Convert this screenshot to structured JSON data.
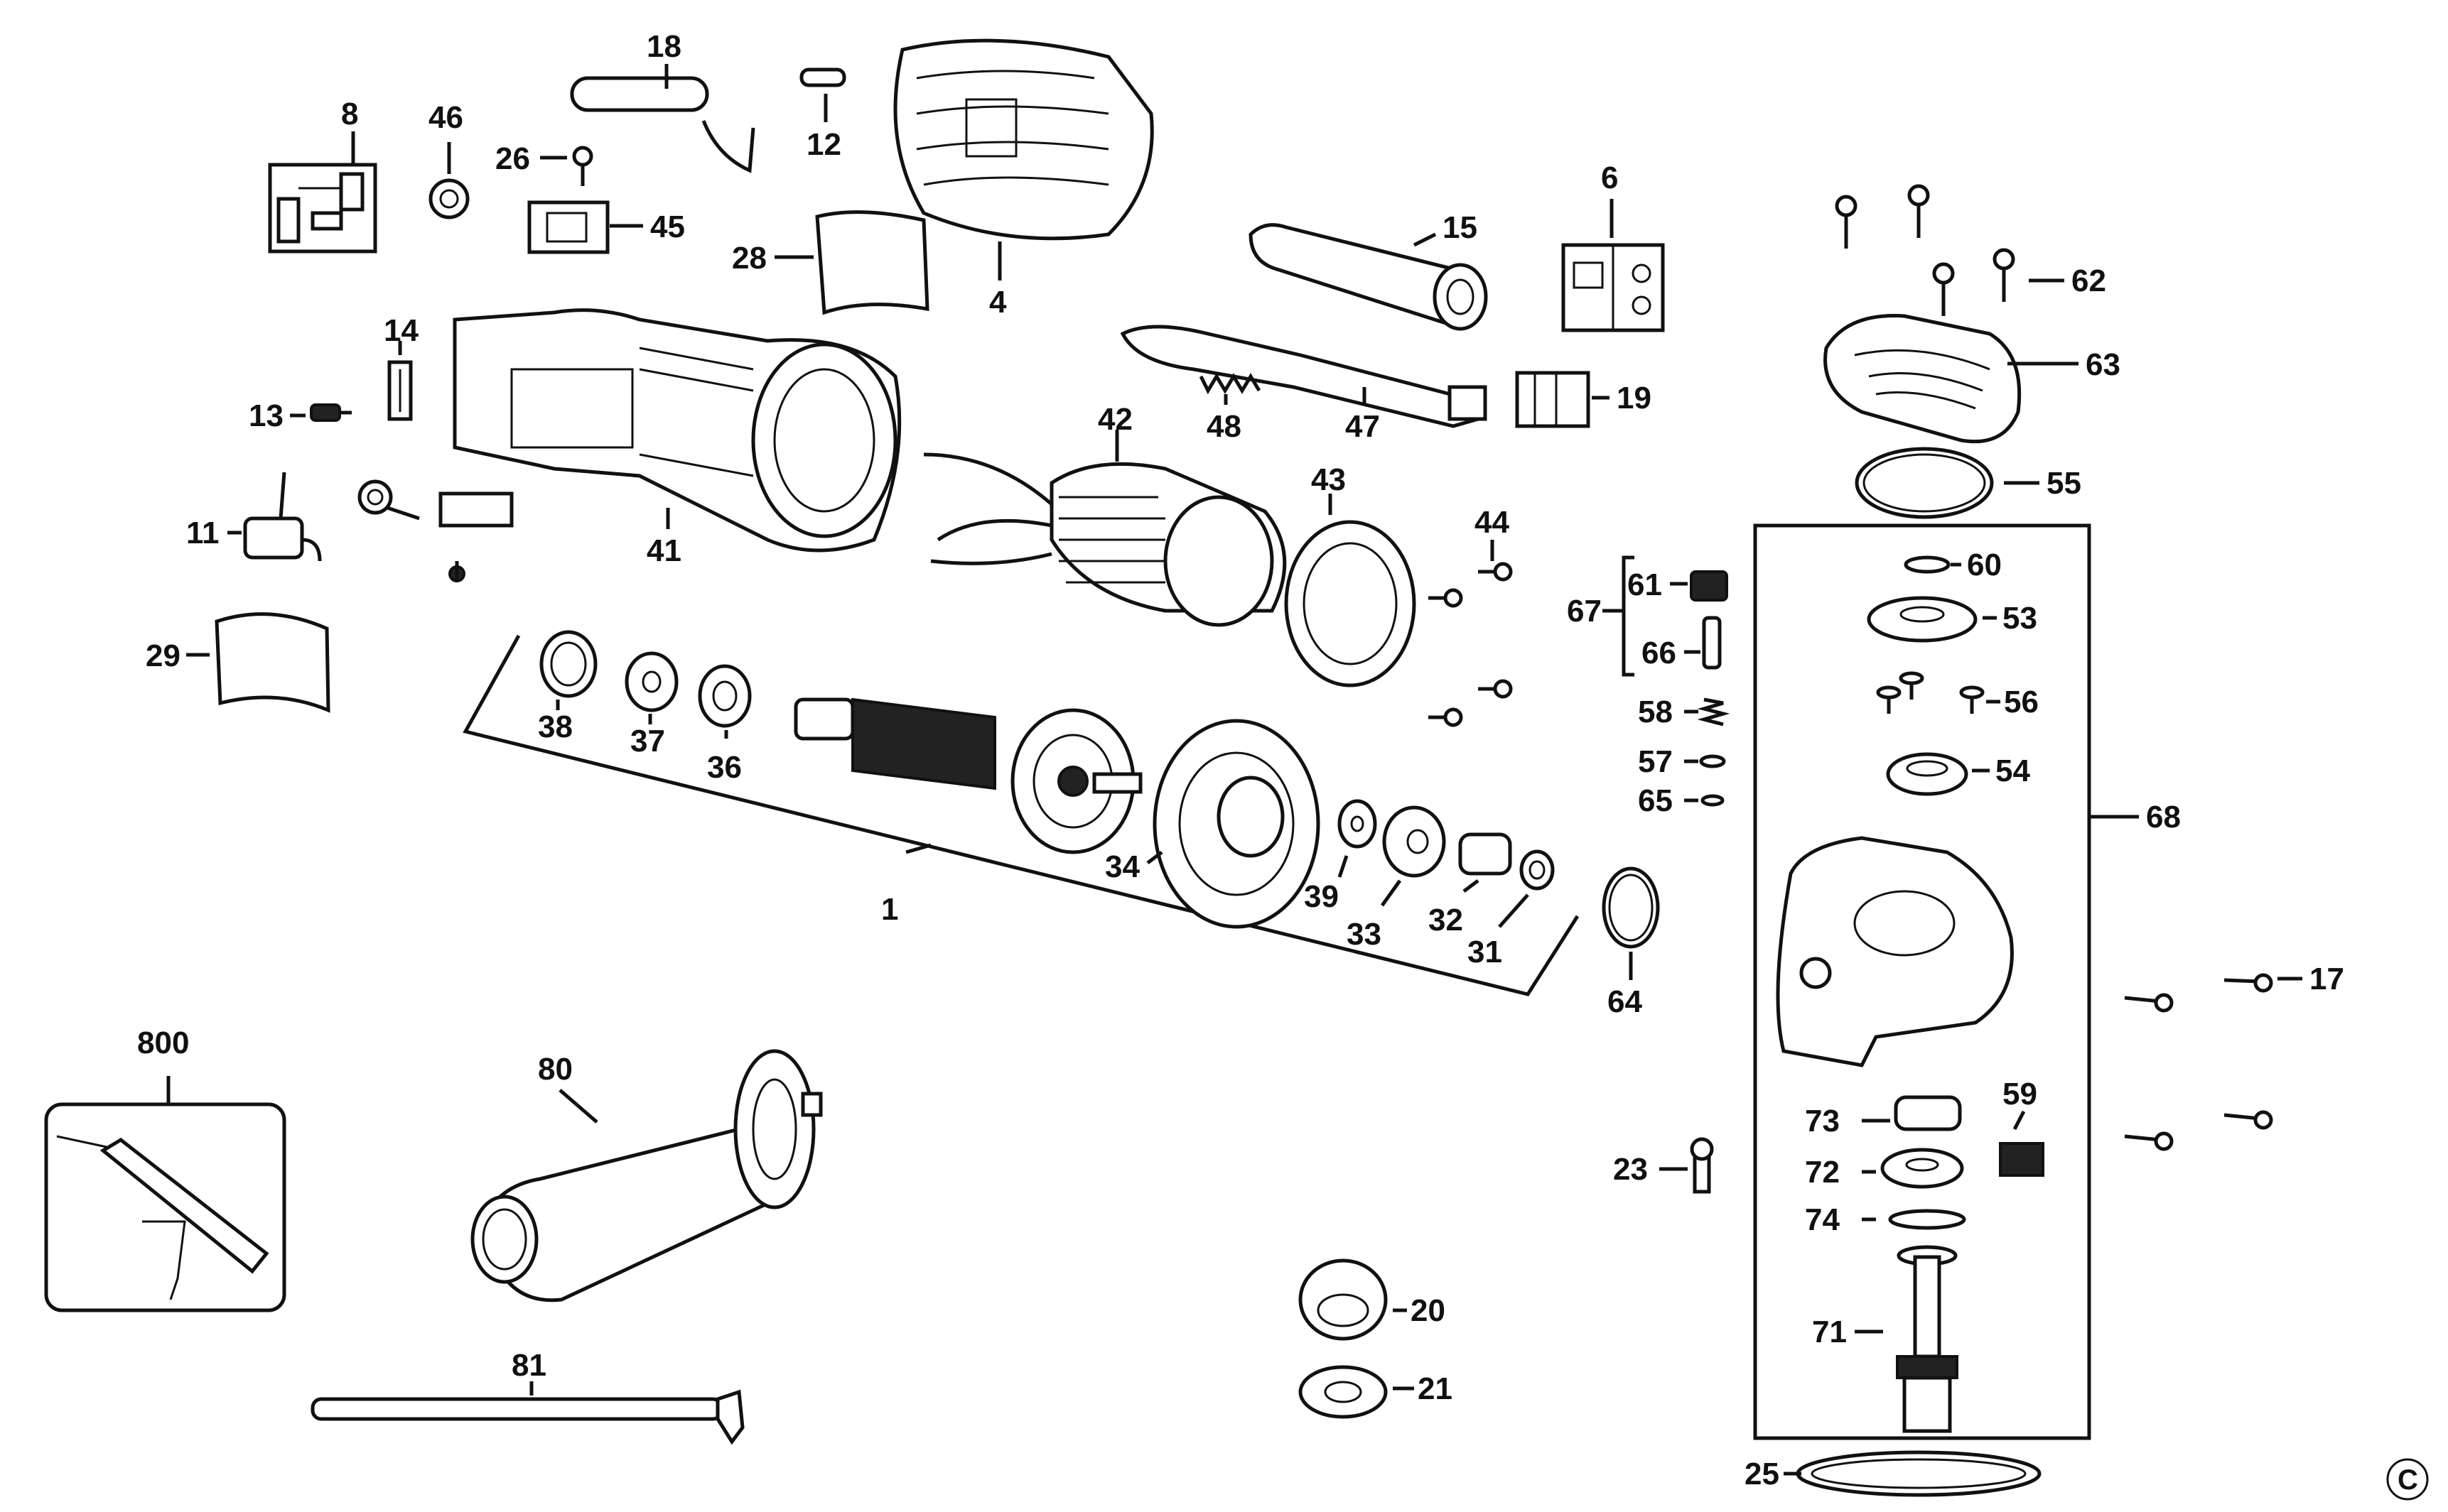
{
  "diagram": {
    "labels": {
      "p1": "1",
      "p4": "4",
      "p6": "6",
      "p8": "8",
      "p11": "11",
      "p12": "12",
      "p13": "13",
      "p14": "14",
      "p15": "15",
      "p17": "17",
      "p18": "18",
      "p19": "19",
      "p20": "20",
      "p21": "21",
      "p23": "23",
      "p25": "25",
      "p26": "26",
      "p28": "28",
      "p29": "29",
      "p31": "31",
      "p32": "32",
      "p33": "33",
      "p34": "34",
      "p36": "36",
      "p37": "37",
      "p38": "38",
      "p39": "39",
      "p41": "41",
      "p42": "42",
      "p43": "43",
      "p44": "44",
      "p45": "45",
      "p46": "46",
      "p47": "47",
      "p48": "48",
      "p53": "53",
      "p54": "54",
      "p55": "55",
      "p56": "56",
      "p57": "57",
      "p58": "58",
      "p59": "59",
      "p60": "60",
      "p61": "61",
      "p62": "62",
      "p63": "63",
      "p64": "64",
      "p65": "65",
      "p66": "66",
      "p67": "67",
      "p68": "68",
      "p71": "71",
      "p72": "72",
      "p73": "73",
      "p74": "74",
      "p80": "80",
      "p81": "81",
      "p800": "800"
    },
    "copyright": "C"
  }
}
